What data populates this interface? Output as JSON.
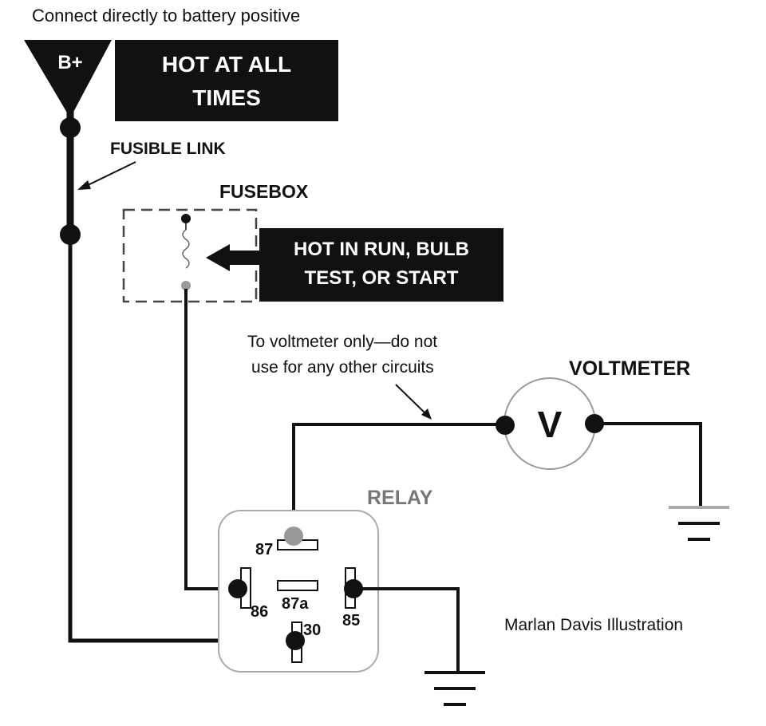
{
  "header": {
    "instruction": "Connect directly to battery positive"
  },
  "battery": {
    "terminal_label": "B+",
    "banner_line1": "HOT AT ALL",
    "banner_line2": "TIMES"
  },
  "fusible_link": {
    "label": "FUSIBLE LINK"
  },
  "fusebox": {
    "label": "FUSEBOX",
    "banner_line1": "HOT IN RUN, BULB",
    "banner_line2": "TEST, OR START"
  },
  "note": {
    "line1": "To voltmeter only—do not",
    "line2": "use for any other circuits"
  },
  "voltmeter": {
    "label": "VOLTMETER",
    "symbol": "V"
  },
  "relay": {
    "label": "RELAY",
    "pins": {
      "p87": "87",
      "p87a": "87a",
      "p86": "86",
      "p85": "85",
      "p30": "30"
    }
  },
  "credit": {
    "text": "Marlan Davis Illustration"
  },
  "colors": {
    "ink": "#111111",
    "fuse_ink": "#999999",
    "relay_outline": "#aaaaaa",
    "banner_bg": "#111111",
    "banner_text": "#ffffff"
  },
  "icons": [
    "battery-positive-terminal-icon",
    "fuse-icon",
    "arrow-left-icon",
    "voltmeter-icon",
    "ground-icon"
  ]
}
